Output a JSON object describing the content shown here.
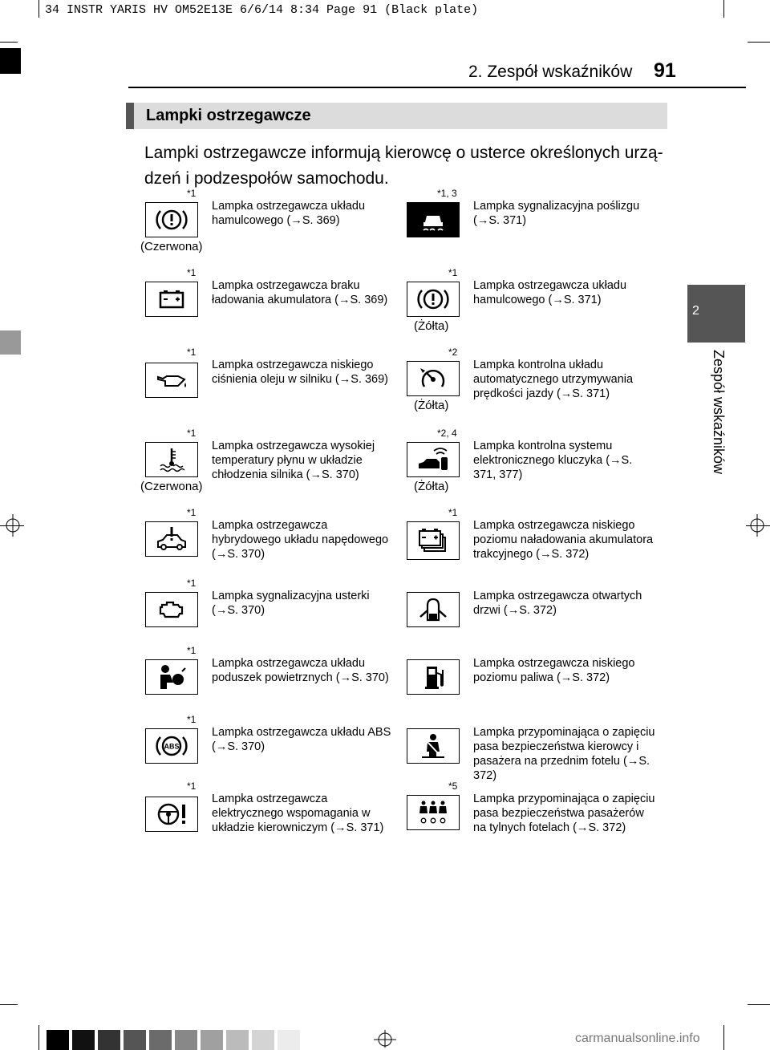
{
  "slug": "34 INSTR YARIS HV OM52E13E  6/6/14  8:34  Page 91    (Black plate)",
  "header": {
    "title": "2. Zespół wskaźników",
    "page": "91"
  },
  "side_tab": {
    "number": "2",
    "label": "Zespół wskaźników"
  },
  "section": {
    "title": "Lampki ostrzegawcze"
  },
  "intro": "Lampki ostrzegawcze informują kierowcę o usterce określonych urzą-dzeń i podzespołów samochodu.",
  "items_left": [
    {
      "icon": "brake-warning-icon",
      "mark": "*1",
      "note": "(Czerwona)",
      "desc": "Lampka ostrzegawcza układu hamulcowego (→S. 369)"
    },
    {
      "icon": "battery-icon",
      "mark": "*1",
      "note": "",
      "desc": "Lampka ostrzegawcza braku ładowania akumulatora (→S. 369)"
    },
    {
      "icon": "oil-pressure-icon",
      "mark": "*1",
      "note": "",
      "desc": "Lampka ostrzegawcza niskiego ciśnienia oleju w silniku (→S. 369)"
    },
    {
      "icon": "coolant-temperature-icon",
      "mark": "*1",
      "note": "(Czerwona)",
      "desc": "Lampka ostrzegawcza wysokiej temperatury płynu w układzie chłodzenia silnika (→S. 370)"
    },
    {
      "icon": "hybrid-system-icon",
      "mark": "*1",
      "note": "",
      "desc": "Lampka ostrzegawcza hybrydowego układu napędowego (→S. 370)"
    },
    {
      "icon": "check-engine-icon",
      "mark": "*1",
      "note": "",
      "desc": "Lampka sygnalizacyjna usterki (→S. 370)"
    },
    {
      "icon": "airbag-icon",
      "mark": "*1",
      "note": "",
      "desc": "Lampka ostrzegawcza układu poduszek powietrznych (→S. 370)"
    },
    {
      "icon": "abs-icon",
      "mark": "*1",
      "note": "",
      "desc": "Lampka ostrzegawcza układu ABS (→S. 370)"
    },
    {
      "icon": "power-steering-icon",
      "mark": "*1",
      "note": "",
      "desc": "Lampka ostrzegawcza elektrycznego wspomagania w układzie kierowniczym (→S. 371)"
    }
  ],
  "items_right": [
    {
      "icon": "slip-indicator-icon",
      "mark": "*1, 3",
      "note": "",
      "desc": "Lampka sygnalizacyjna poślizgu (→S. 371)"
    },
    {
      "icon": "brake-warning-icon",
      "mark": "*1",
      "note": "(Żółta)",
      "desc": "Lampka ostrzegawcza układu hamulcowego (→S. 371)"
    },
    {
      "icon": "cruise-control-icon",
      "mark": "*2",
      "note": "(Żółta)",
      "desc": "Lampka kontrolna układu automatycznego utrzymywania prędkości jazdy (→S. 371)"
    },
    {
      "icon": "smart-key-icon",
      "mark": "*2, 4",
      "note": "(Żółta)",
      "desc": "Lampka kontrolna systemu elektronicznego kluczyka (→S. 371, 377)"
    },
    {
      "icon": "traction-battery-icon",
      "mark": "*1",
      "note": "",
      "desc": "Lampka ostrzegawcza niskiego poziomu naładowania akumulatora trakcyjnego (→S. 372)"
    },
    {
      "icon": "door-open-icon",
      "mark": "",
      "note": "",
      "desc": "Lampka ostrzegawcza otwartych drzwi (→S. 372)"
    },
    {
      "icon": "fuel-level-icon",
      "mark": "",
      "note": "",
      "desc": "Lampka ostrzegawcza niskiego poziomu paliwa (→S. 372)"
    },
    {
      "icon": "seatbelt-icon",
      "mark": "",
      "note": "",
      "desc": "Lampka przypominająca o zapięciu pasa bezpieczeństwa kierowcy i pasażera na przednim fotelu (→S. 372)"
    },
    {
      "icon": "rear-seatbelt-icon",
      "mark": "*5",
      "note": "",
      "desc": "Lampka przypominająca o zapięciu pasa bezpieczeństwa pasażerów na tylnych fotelach (→S. 372)"
    }
  ],
  "colors": {
    "tab": "#555555",
    "section_bar": "#dcdcdc"
  },
  "watermark": "carmanualsonline.info"
}
